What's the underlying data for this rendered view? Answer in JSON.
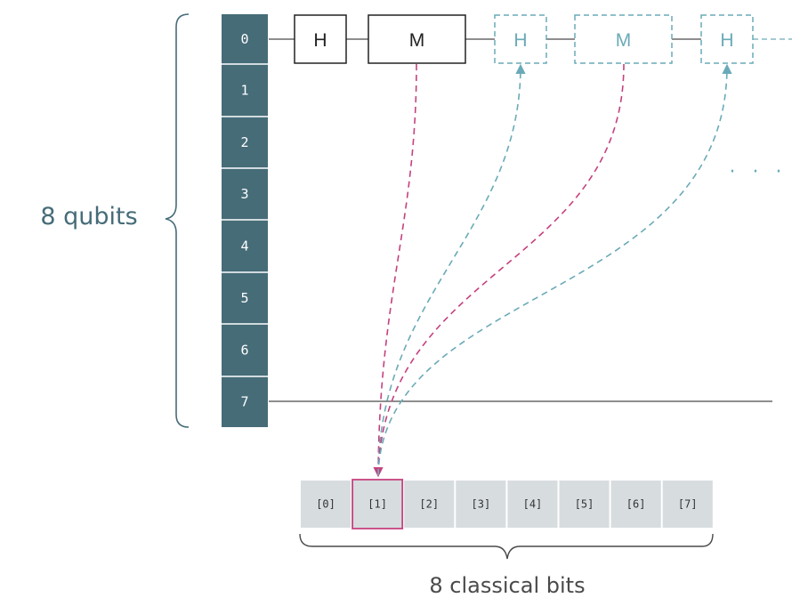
{
  "colors": {
    "qubit_fill": "#466c78",
    "qubit_divider": "#ffffff",
    "wire": "#4a4a4a",
    "gate_solid": "#222222",
    "gate_future": "#6aaab8",
    "classical_fill": "#d7dcdf",
    "highlight": "#c4417e",
    "brace": "#466c78",
    "label_text": "#466c78"
  },
  "qubits": {
    "label": "8 qubits",
    "indices": [
      "0",
      "1",
      "2",
      "3",
      "4",
      "5",
      "6",
      "7"
    ]
  },
  "gates": [
    {
      "label": "H",
      "style": "solid"
    },
    {
      "label": "M",
      "style": "solid"
    },
    {
      "label": "H",
      "style": "future"
    },
    {
      "label": "M",
      "style": "future"
    },
    {
      "label": "H",
      "style": "future"
    }
  ],
  "classical": {
    "label": "8 classical bits",
    "bits": [
      "[0]",
      "[1]",
      "[2]",
      "[3]",
      "[4]",
      "[5]",
      "[6]",
      "[7]"
    ],
    "highlighted_index": 1
  },
  "continuation": "· · ·",
  "flows": [
    {
      "from": "M",
      "to": "[1]",
      "kind": "measure"
    },
    {
      "from": "[1]",
      "to": "H",
      "kind": "control"
    },
    {
      "from": "M",
      "to": "[1]",
      "kind": "measure"
    },
    {
      "from": "[1]",
      "to": "H",
      "kind": "control"
    }
  ]
}
